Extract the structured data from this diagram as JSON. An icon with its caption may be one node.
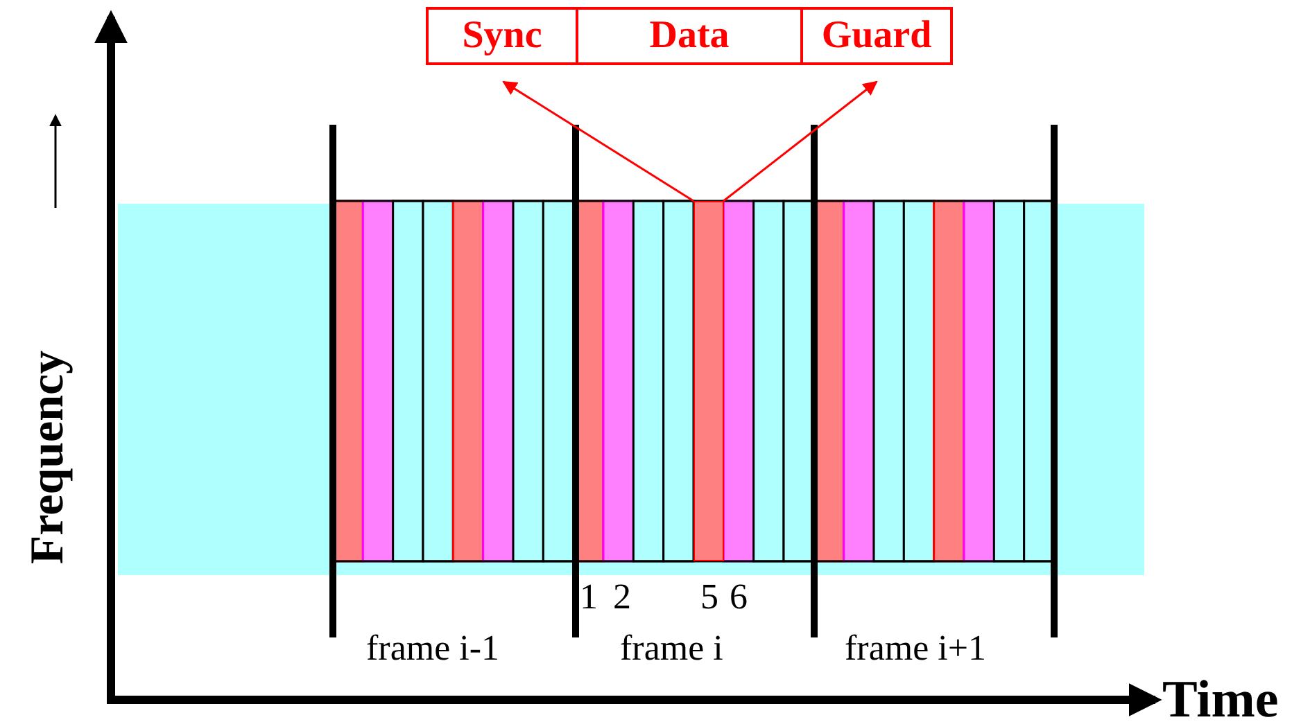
{
  "diagram": {
    "nodes": [
      {
        "text": [],
        "shape": "box"
      },
      {
        "text": [
          "Sync"
        ],
        "in": 0
      },
      {
        "text": [
          "Data"
        ],
        "in": 0
      },
      {
        "text": [
          "Guard"
        ],
        "in": 0
      },
      {
        "text": [],
        "shape": "bar"
      }
    ],
    "edges": [
      {
        "from": 4,
        "to": 1,
        "arrow": "to"
      },
      {
        "from": 4,
        "to": 3,
        "arrow": "to"
      }
    ],
    "labels": [
      "Frequency",
      "Time",
      "1",
      "2",
      "5",
      "6",
      "frame i-1",
      "frame i",
      "frame i+1"
    ]
  }
}
